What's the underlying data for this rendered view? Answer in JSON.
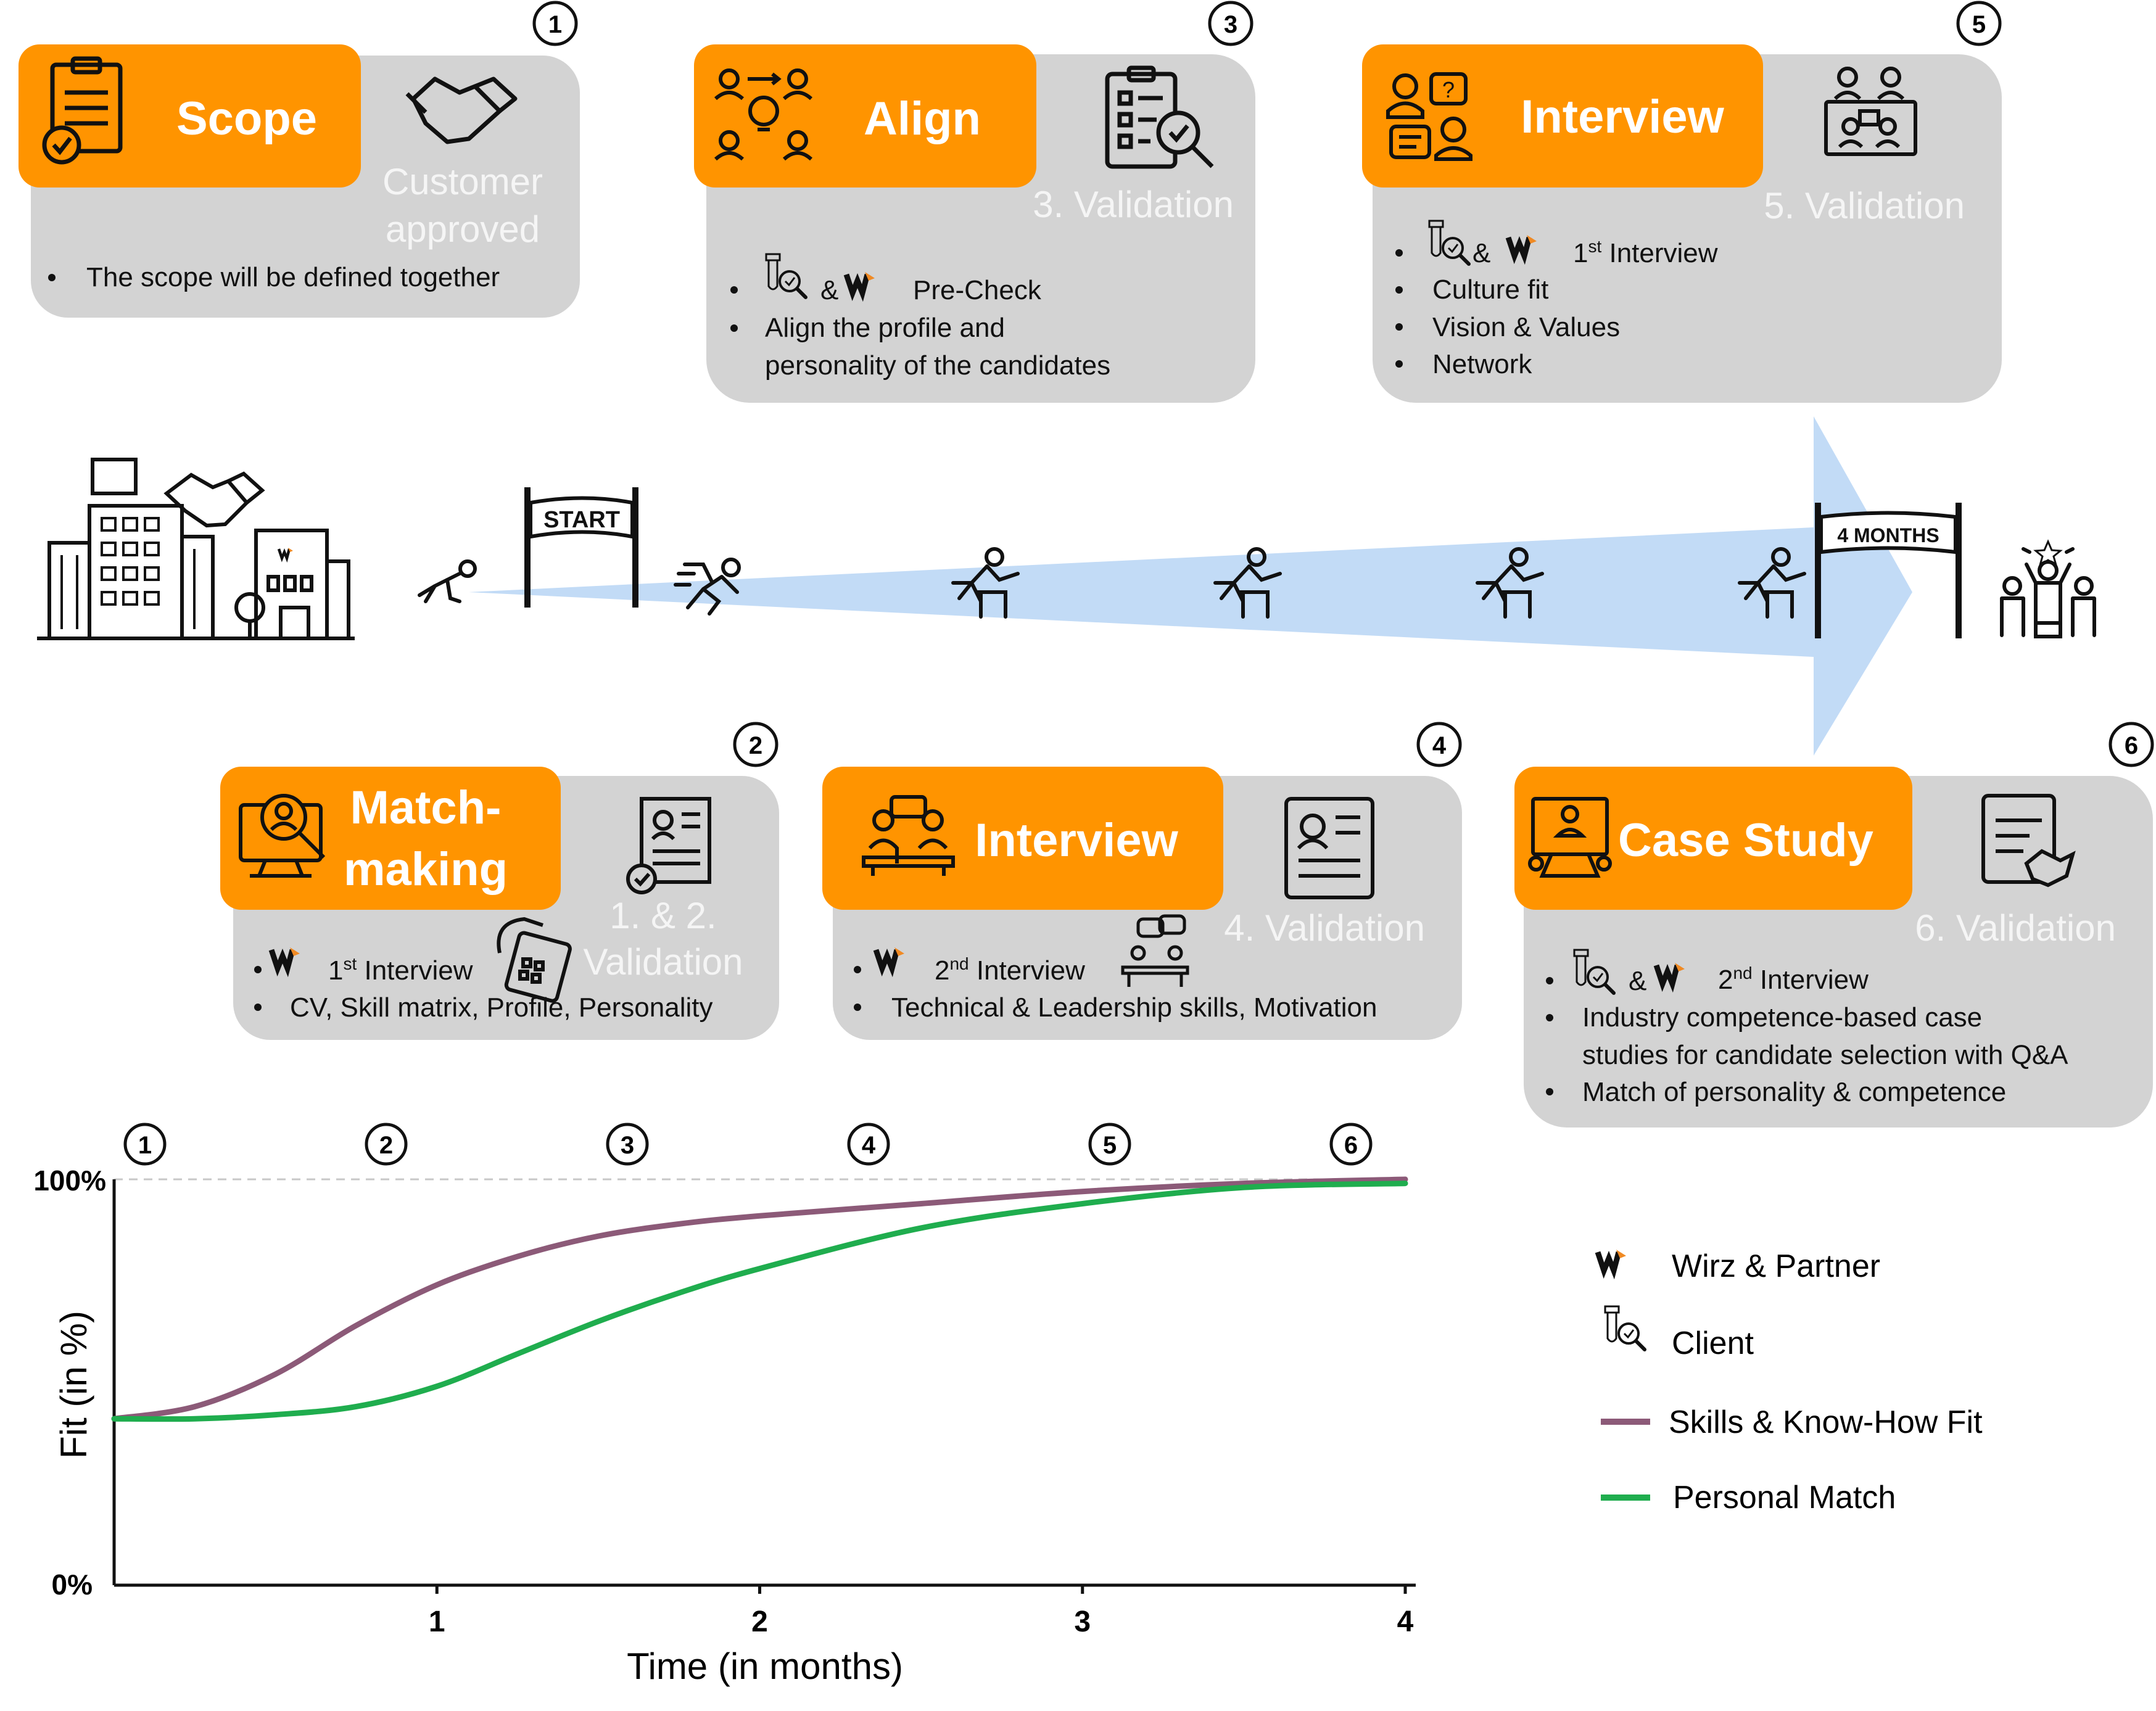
{
  "colors": {
    "orange": "#FF9400",
    "card_gray": "#D3D3D3",
    "validation_text": "#F5F5F5",
    "arrow_blue": "#C2DBF6",
    "skills_line": "#8C5A78",
    "personal_line": "#1FAD4E",
    "wp_orange": "#F08A24"
  },
  "steps": [
    {
      "num": "1",
      "title": "Scope",
      "validation": [
        "Customer",
        "approved"
      ],
      "bullets": [
        "The scope will be defined together"
      ]
    },
    {
      "num": "2",
      "title": [
        "Match-",
        "making"
      ],
      "validation": [
        "1. & 2.",
        "Validation"
      ],
      "bullets": [
        "1st Interview",
        "CV, Skill matrix, Profile, Personality"
      ]
    },
    {
      "num": "3",
      "title": "Align",
      "validation": [
        "3. Validation"
      ],
      "bullets": [
        "& ",
        "Pre-Check",
        "Align the profile and",
        "personality of the candidates"
      ]
    },
    {
      "num": "4",
      "title": "Interview",
      "validation": [
        "4. Validation"
      ],
      "bullets": [
        "2nd Interview",
        "Technical & Leadership skills, Motivation"
      ]
    },
    {
      "num": "5",
      "title": "Interview",
      "validation": [
        "5. Validation"
      ],
      "bullets": [
        "&",
        "1st Interview",
        "Culture fit",
        "Vision & Values",
        "Network"
      ]
    },
    {
      "num": "6",
      "title": "Case Study",
      "validation": [
        "6. Validation"
      ],
      "bullets": [
        "&",
        "2nd Interview",
        "Industry competence-based case",
        "studies for candidate selection with Q&A",
        "Match of personality & competence"
      ]
    }
  ],
  "timeline": {
    "start_label": "START",
    "end_label": "4 MONTHS"
  },
  "legend": {
    "wirz": "Wirz & Partner",
    "client": "Client",
    "skills": "Skills & Know-How Fit",
    "personal": "Personal Match"
  },
  "chart_data": {
    "type": "line",
    "xlabel": "Time (in months)",
    "ylabel": "Fit (in %)",
    "xlim": [
      0,
      4
    ],
    "ylim": [
      0,
      100
    ],
    "x_ticks": [
      "1",
      "2",
      "3",
      "4"
    ],
    "y_ticks": [
      "0%",
      "100%"
    ],
    "phase_markers": [
      "1",
      "2",
      "3",
      "4",
      "5",
      "6"
    ],
    "series": [
      {
        "name": "Skills & Know-How Fit",
        "x": [
          0,
          0.25,
          0.5,
          0.75,
          1,
          1.25,
          1.5,
          1.75,
          2,
          2.5,
          3,
          3.5,
          4
        ],
        "y": [
          41,
          44,
          52,
          64,
          74,
          81,
          86,
          89,
          91,
          94,
          97,
          99,
          100
        ]
      },
      {
        "name": "Personal Match",
        "x": [
          0,
          0.25,
          0.5,
          0.75,
          1,
          1.25,
          1.5,
          1.75,
          2,
          2.5,
          3,
          3.5,
          4
        ],
        "y": [
          41,
          41,
          42,
          44,
          49,
          57,
          65,
          72,
          78,
          88,
          94,
          98,
          99
        ]
      }
    ]
  }
}
